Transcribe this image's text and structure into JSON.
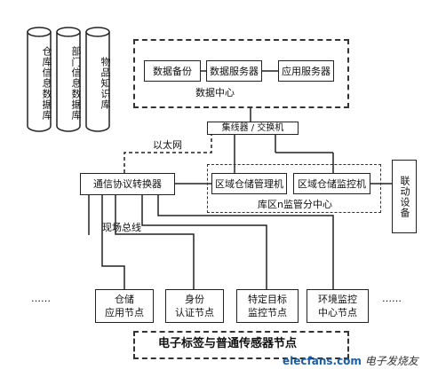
{
  "databases": [
    {
      "label": "仓库信息数据库"
    },
    {
      "label": "部门信息数据库"
    },
    {
      "label": "物品知识库"
    }
  ],
  "data_center": {
    "backup": "数据备份",
    "data_server": "数据服务器",
    "app_server": "应用服务器",
    "caption": "数据中心"
  },
  "hub": "集线器 / 交换机",
  "ethernet": "以太网",
  "protocol_converter": "通信协议转换器",
  "sub_center": {
    "mgmt": "区域仓储管理机",
    "monitor": "区域仓储监控机",
    "caption": "库区n监管分中心"
  },
  "linkage": "联动设备",
  "fieldbus": "现场总线",
  "nodes": [
    {
      "label": "仓储\n应用节点"
    },
    {
      "label": "身份\n认证节点"
    },
    {
      "label": "特定目标\n监控节点"
    },
    {
      "label": "环境监控\n中心节点"
    }
  ],
  "ellipsis_left": "……",
  "ellipsis_right": "……",
  "sensor_nodes": "电子标签与普通传感器节点",
  "watermark": {
    "site": "elecfans.com",
    "brand": "电子发烧友"
  }
}
